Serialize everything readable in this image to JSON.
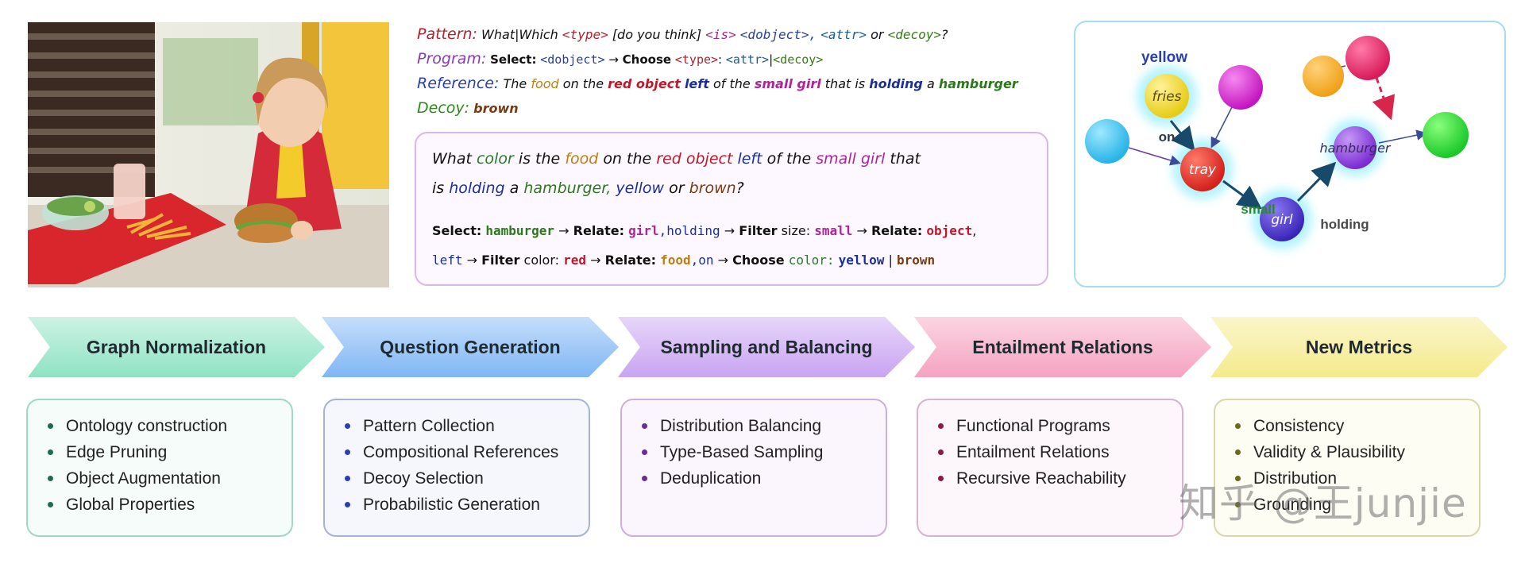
{
  "pattern_block": {
    "pattern_label": "Pattern:",
    "pattern_what": "What|Which",
    "pattern_type": "<type>",
    "pattern_dyt": "[do you think]",
    "pattern_is": "<is>",
    "pattern_dobject": "<dobject>,",
    "pattern_attr": "<attr>",
    "pattern_or": "or",
    "pattern_decoy": "<decoy>",
    "pattern_q": "?",
    "program_label": "Program:",
    "program_select": "Select:",
    "program_dobject": "<dobject>",
    "program_arrow": "→",
    "program_choose": "Choose",
    "program_type": "<type>",
    "program_colon": ":",
    "program_attr": "<attr>",
    "program_bar": "|",
    "program_decoy": "<decoy>",
    "reference_label": "Reference:",
    "ref_the": "The",
    "ref_food": "food",
    "ref_on": "on the",
    "ref_red_object": "red object",
    "ref_left": "left",
    "ref_of_the": "of the",
    "ref_small_girl": "small girl",
    "ref_that_is": "that is",
    "ref_holding": "holding",
    "ref_a": "a",
    "ref_hamburger": "hamburger",
    "decoy_label": "Decoy:",
    "decoy_value": "brown"
  },
  "question": {
    "w1": "What",
    "color": "color",
    "is_the": "is the",
    "food": "food",
    "on_the": "on the",
    "red_object": "red object",
    "left": "left",
    "of_the": "of the",
    "small_girl": "small girl",
    "that": "that",
    "is": "is",
    "holding": "holding",
    "a": "a",
    "hamburger": "hamburger,",
    "yellow": "yellow",
    "or": "or",
    "brown": "brown",
    "qmark": "?"
  },
  "program": {
    "select": "Select:",
    "hamburger": "hamburger",
    "arrow": "→",
    "relate1": "Relate:",
    "girl_holding": "girl",
    "comma_holding": ",holding",
    "filter_size": "Filter",
    "size": "size:",
    "small": "small",
    "relate2": "Relate:",
    "object": "object",
    "comma": ",",
    "left": "left",
    "filter_color": "Filter",
    "color": "color:",
    "red": "red",
    "relate3": "Relate:",
    "food": "food",
    "comma_on": ",on",
    "choose": "Choose",
    "color2": "color:",
    "yellow": "yellow",
    "bar": "|",
    "brown": "brown"
  },
  "graph": {
    "nodes": {
      "fries": "fries",
      "tray": "tray",
      "girl": "girl",
      "hamburger": "hamburger"
    },
    "labels": {
      "yellow": "yellow",
      "on": "on",
      "small": "small",
      "holding": "holding"
    }
  },
  "pipeline": [
    {
      "title": "Graph Normalization",
      "color": "#8fe3c4",
      "items": [
        "Ontology construction",
        "Edge Pruning",
        "Object Augmentation",
        "Global Properties"
      ]
    },
    {
      "title": "Question Generation",
      "color": "#7fb6f5",
      "items": [
        "Pattern Collection",
        "Compositional References",
        "Decoy Selection",
        "Probabilistic Generation"
      ]
    },
    {
      "title": "Sampling and Balancing",
      "color": "#c9a4f2",
      "items": [
        "Distribution Balancing",
        "Type-Based Sampling",
        "Deduplication"
      ]
    },
    {
      "title": "Entailment Relations",
      "color": "#f5a3c0",
      "items": [
        "Functional Programs",
        "Entailment Relations",
        "Recursive Reachability"
      ]
    },
    {
      "title": "New Metrics",
      "color": "#f5ea8c",
      "items": [
        "Consistency",
        "Validity & Plausibility",
        "Distribution",
        "Grounding"
      ]
    }
  ],
  "watermark": "知乎 @王junjie"
}
